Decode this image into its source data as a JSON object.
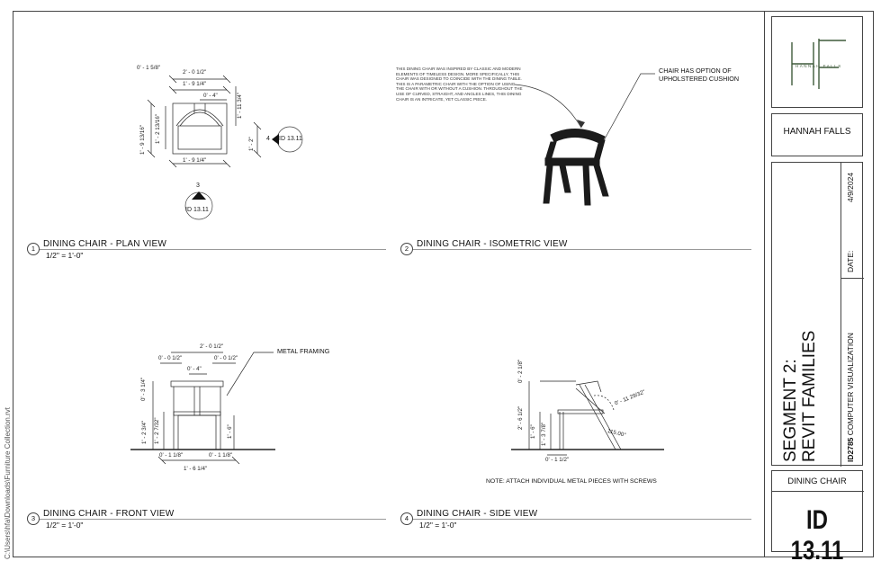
{
  "sidebar_path": "C:\\Users\\hfa\\Downloads\\Furniture Collection.rvt",
  "title_block": {
    "firm": "HANNAH FALLS",
    "segment_line1": "SEGMENT 2:",
    "segment_line2": "REVIT FAMILIES",
    "course_code": "ID2785",
    "course_name": "COMPUTER VISUALIZATION",
    "date_label": "DATE:",
    "date_value": "4/9/2024",
    "sheet_name": "DINING CHAIR",
    "sheet_number": "ID 13.11",
    "logo_text": "HANNAH FALLS"
  },
  "views": [
    {
      "number": "1",
      "title": "DINING CHAIR - PLAN VIEW",
      "scale": "1/2\" = 1'-0\""
    },
    {
      "number": "2",
      "title": "DINING CHAIR - ISOMETRIC VIEW",
      "scale": ""
    },
    {
      "number": "3",
      "title": "DINING CHAIR - FRONT VIEW",
      "scale": "1/2\" = 1'-0\""
    },
    {
      "number": "4",
      "title": "DINING CHAIR - SIDE VIEW",
      "scale": "1/2\" = 1'-0\""
    }
  ],
  "plan": {
    "dims": [
      "0' - 1 5/8\"",
      "2' - 0 1/2\"",
      "1' - 9 1/4\"",
      "0' - 4\"",
      "1' - 11 3/4\"",
      "1' - 9 13/16\"",
      "1' - 2 13/16\"",
      "1' - 2\"",
      "1' - 9 1/4\""
    ],
    "tag_right": {
      "num": "4",
      "id": "ID 13.11"
    },
    "tag_bottom": {
      "num": "3",
      "id": "ID 13.11"
    }
  },
  "iso": {
    "description": "THIS DINING CHAIR WAS INSPIRED BY CLASSIC AND MODERN ELEMENTS OF TIMELESS DESIGN. MORE SPECIFICALLY, THIS CHAIR WAS DESIGNED TO COINCIDE WITH THE DINING TABLE. THIS IS A PARAMETRIC CHAIR WITH THE OPTION OF USING THE CHAIR WITH OR WITHOUT A CUSHION. THROUGHOUT THE USE OF CURVED, STRAIGHT, AND ANGLES LINES, THIS DINING CHAIR IS AN INTRICATE, YET CLASSIC PIECE.",
    "callout_line1": "CHAIR HAS OPTION OF",
    "callout_line2": "UPHOLSTERED CUSHION"
  },
  "front": {
    "dims": [
      "2' - 0 1/2\"",
      "0' - 0 1/2\"",
      "0' - 0 1/2\"",
      "0' - 4\"",
      "0' - 3 1/4\"",
      "1' - 2 3/4\"",
      "1' - 2 7/32\"",
      "1' - 6\"",
      "0' - 1 1/8\"",
      "0' - 1 1/8\"",
      "1' - 6 1/4\""
    ],
    "callout": "METAL FRAMING"
  },
  "side": {
    "dims": [
      "0' - 2 1/8\"",
      "2' - 6 1/2\"",
      "1' - 6\"",
      "1' - 3 7/8\"",
      "0' - 11 29/32\"",
      "115.00°",
      "0' - 1 1/2\""
    ],
    "note": "NOTE: ATTACH INDIVIDUAL METAL PIECES WITH SCREWS"
  }
}
